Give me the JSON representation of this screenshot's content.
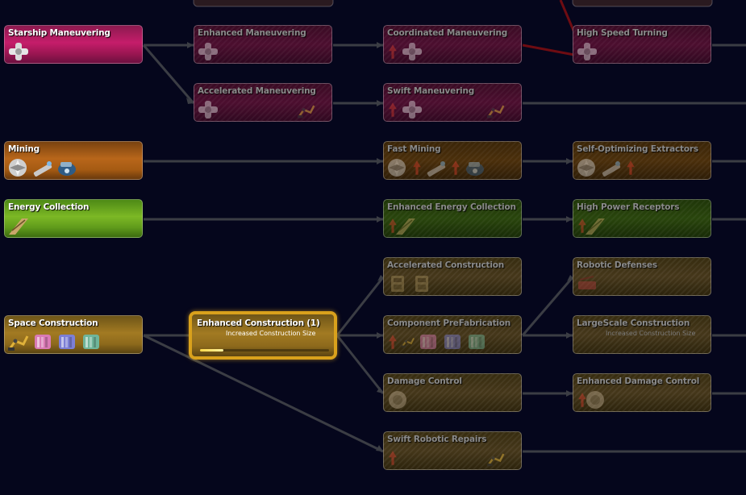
{
  "colors": {
    "background": "#05061c",
    "link": "#3b3d44",
    "link_red": "#7a0d14",
    "selected_border": "#d9a11c"
  },
  "nodes": {
    "starship_maneuvering": {
      "title": "Starship Maneuvering",
      "state": "researched",
      "icons": [
        "thruster-icon"
      ]
    },
    "enhanced_maneuvering": {
      "title": "Enhanced Maneuvering",
      "state": "locked",
      "icons": [
        "thruster-icon"
      ]
    },
    "coordinated_maneuvering": {
      "title": "Coordinated Maneuvering",
      "state": "locked",
      "icons": [
        "arrow-up-icon",
        "thruster-icon"
      ]
    },
    "high_speed_turning": {
      "title": "High Speed Turning",
      "state": "locked",
      "icons": [
        "thruster-icon"
      ]
    },
    "accelerated_maneuvering": {
      "title": "Accelerated Maneuvering",
      "state": "locked",
      "icons": [
        "thruster-icon"
      ]
    },
    "swift_maneuvering": {
      "title": "Swift Maneuvering",
      "state": "locked",
      "icons": [
        "arrow-up-icon",
        "thruster-icon"
      ]
    },
    "mining": {
      "title": "Mining",
      "state": "researched",
      "icons": [
        "asteroid-icon",
        "mining-laser-icon",
        "mining-drone-icon"
      ]
    },
    "fast_mining": {
      "title": "Fast Mining",
      "state": "locked",
      "icons": [
        "asteroid-icon",
        "arrow-up-icon",
        "arrow-up-icon"
      ]
    },
    "self_optimizing_extractors": {
      "title": "Self-Optimizing Extractors",
      "state": "locked",
      "icons": [
        "asteroid-icon",
        "mining-laser-icon",
        "arrow-up-icon"
      ]
    },
    "energy_collection": {
      "title": "Energy Collection",
      "state": "researched",
      "icons": [
        "solar-panel-icon"
      ]
    },
    "enhanced_energy_collection": {
      "title": "Enhanced Energy Collection",
      "state": "locked",
      "icons": [
        "arrow-up-icon"
      ]
    },
    "high_power_receptors": {
      "title": "High Power Receptors",
      "state": "locked",
      "icons": [
        "arrow-up-icon"
      ]
    },
    "space_construction": {
      "title": "Space Construction",
      "state": "researched",
      "icons": [
        "construction-arm-icon",
        "pink-module-icon",
        "blue-module-icon",
        "green-module-icon"
      ]
    },
    "enhanced_construction": {
      "title": "Enhanced Construction (1)",
      "subtitle": "Increased Construction Size",
      "state": "selected",
      "progress": 0.18
    },
    "accelerated_construction": {
      "title": "Accelerated Construction",
      "state": "locked",
      "icons": [
        "robot-icon",
        "robot-icon"
      ]
    },
    "component_prefabrication": {
      "title": "Component PreFabrication",
      "state": "locked",
      "icons": [
        "arrow-up-icon",
        "pink-module-icon",
        "blue-module-icon",
        "green-module-icon"
      ]
    },
    "damage_control": {
      "title": "Damage Control",
      "state": "locked",
      "icons": [
        "armor-icon"
      ]
    },
    "swift_robotic_repairs": {
      "title": "Swift Robotic Repairs",
      "state": "locked",
      "icons": [
        "arrow-up-icon"
      ]
    },
    "robotic_defenses": {
      "title": "Robotic Defenses",
      "state": "locked",
      "icons": [
        "turret-icon"
      ]
    },
    "largescale_construction": {
      "title": "LargeScale Construction",
      "subtitle": "Increased Construction Size",
      "state": "locked"
    },
    "enhanced_damage_control": {
      "title": "Enhanced Damage Control",
      "state": "locked",
      "icons": [
        "arrow-up-icon",
        "armor-icon"
      ]
    }
  }
}
